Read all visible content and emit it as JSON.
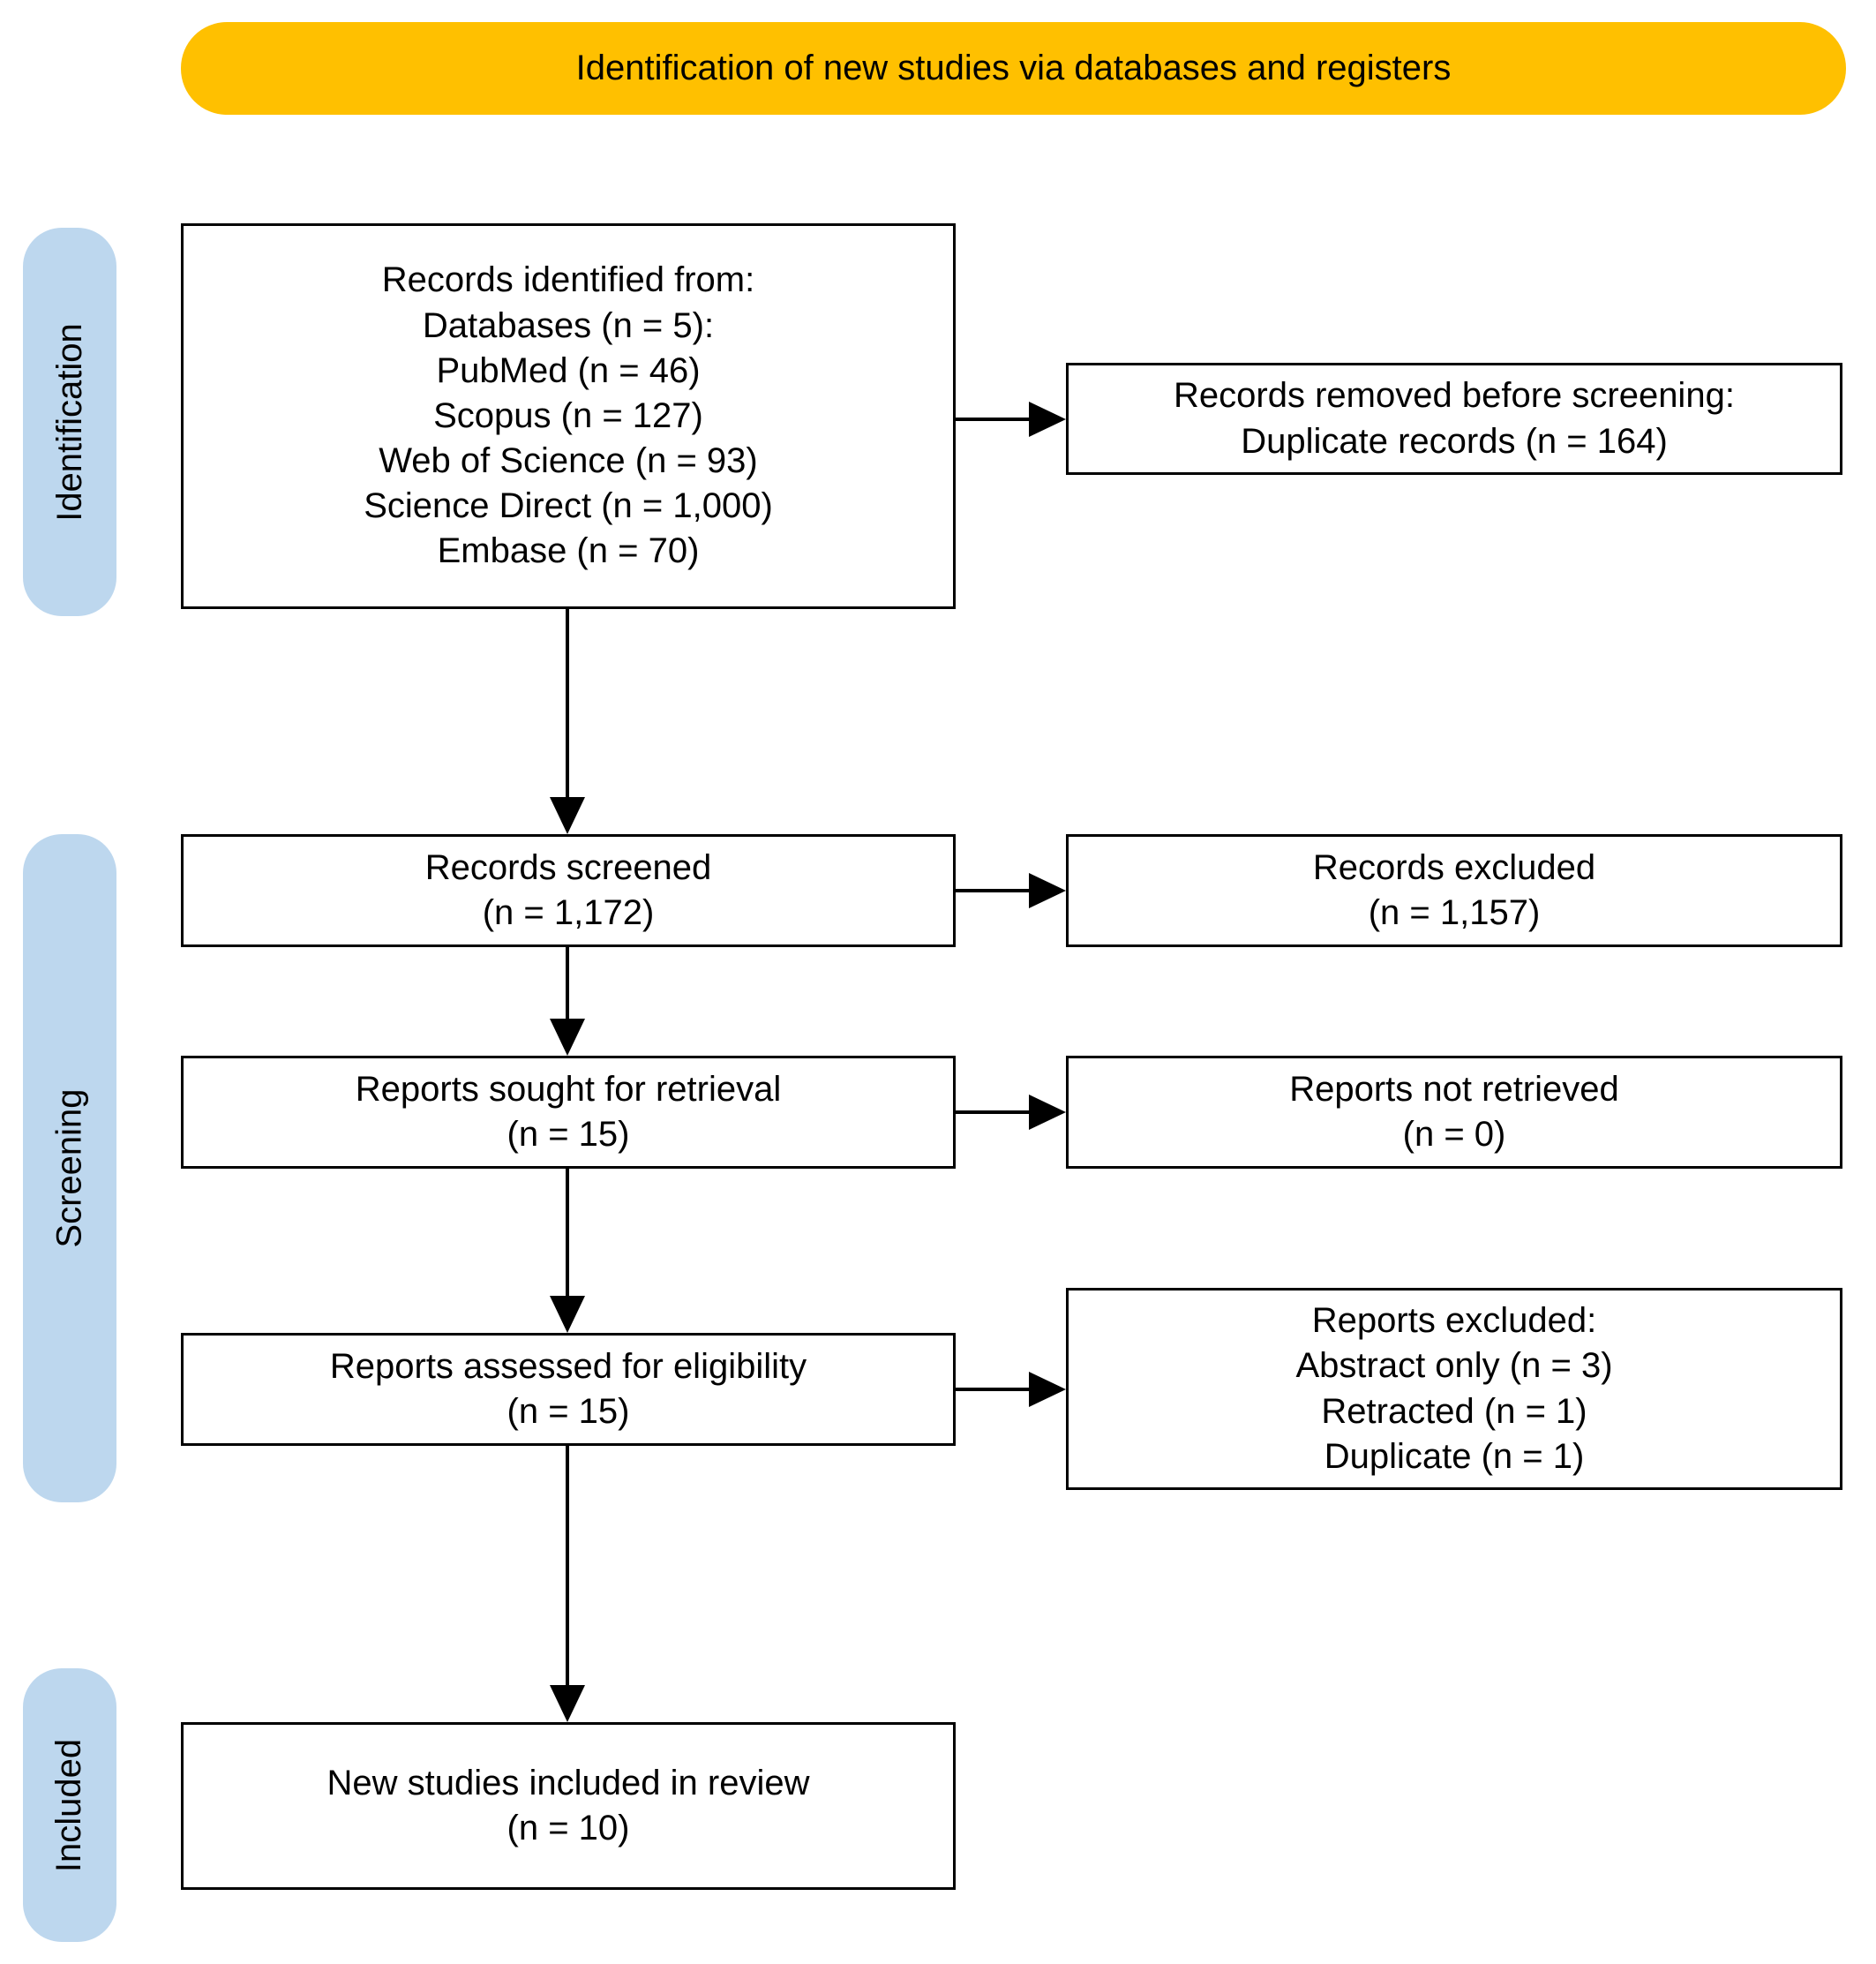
{
  "colors": {
    "banner_bg": "#FFC000",
    "stage_bg": "#BDD7EE",
    "ink": "#000000"
  },
  "banner": {
    "title": "Identification of new studies via databases and registers"
  },
  "stages": {
    "identification": {
      "label": "Identification"
    },
    "screening": {
      "label": "Screening"
    },
    "included": {
      "label": "Included"
    }
  },
  "boxes": {
    "records_identified": {
      "lines": [
        "Records identified from:",
        "Databases (n = 5):",
        "PubMed (n = 46)",
        "Scopus (n = 127)",
        "Web of Science (n = 93)",
        "Science Direct (n = 1,000)",
        "Embase (n = 70)"
      ]
    },
    "records_removed": {
      "lines": [
        "Records removed before screening:",
        "Duplicate records (n = 164)"
      ]
    },
    "records_screened": {
      "lines": [
        "Records screened",
        "(n = 1,172)"
      ]
    },
    "records_excluded": {
      "lines": [
        "Records excluded",
        "(n = 1,157)"
      ]
    },
    "reports_sought": {
      "lines": [
        "Reports sought for retrieval",
        "(n = 15)"
      ]
    },
    "reports_not_retrieved": {
      "lines": [
        "Reports not retrieved",
        "(n = 0)"
      ]
    },
    "reports_assessed": {
      "lines": [
        "Reports assessed for eligibility",
        "(n = 15)"
      ]
    },
    "reports_excluded": {
      "lines": [
        "Reports excluded:",
        "Abstract only (n = 3)",
        "Retracted (n = 1)",
        "Duplicate (n = 1)"
      ]
    },
    "new_studies": {
      "lines": [
        "New studies included in review",
        "(n = 10)"
      ]
    }
  }
}
